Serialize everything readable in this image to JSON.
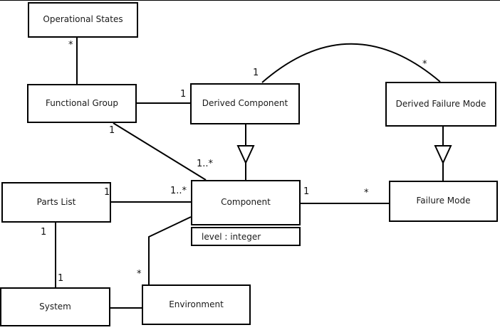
{
  "diagram": {
    "kind": "uml-class-diagram",
    "colors": {
      "stroke": "#000000",
      "background": "#ffffff",
      "text": "#1a1a1a"
    },
    "boxes": {
      "operational_states": "Operational States",
      "functional_group": "Functional Group",
      "derived_component": "Derived Component",
      "derived_failure_mode": "Derived Failure Mode",
      "parts_list": "Parts List",
      "component": "Component",
      "component_attribute": "level : integer",
      "failure_mode": "Failure Mode",
      "system": "System",
      "environment": "Environment"
    },
    "multiplicities": {
      "operational_states_end": "*",
      "derived_component_left": "1",
      "arc_derived_component_end": "1",
      "arc_derived_failure_mode_end": "*",
      "functional_group_bottom": "1",
      "component_topleft": "1..*",
      "parts_list_right": "1",
      "component_left": "1..*",
      "component_right": "1",
      "failure_mode_left": "*",
      "parts_list_bottom": "1",
      "system_top": "1",
      "environment_top": "*"
    }
  }
}
